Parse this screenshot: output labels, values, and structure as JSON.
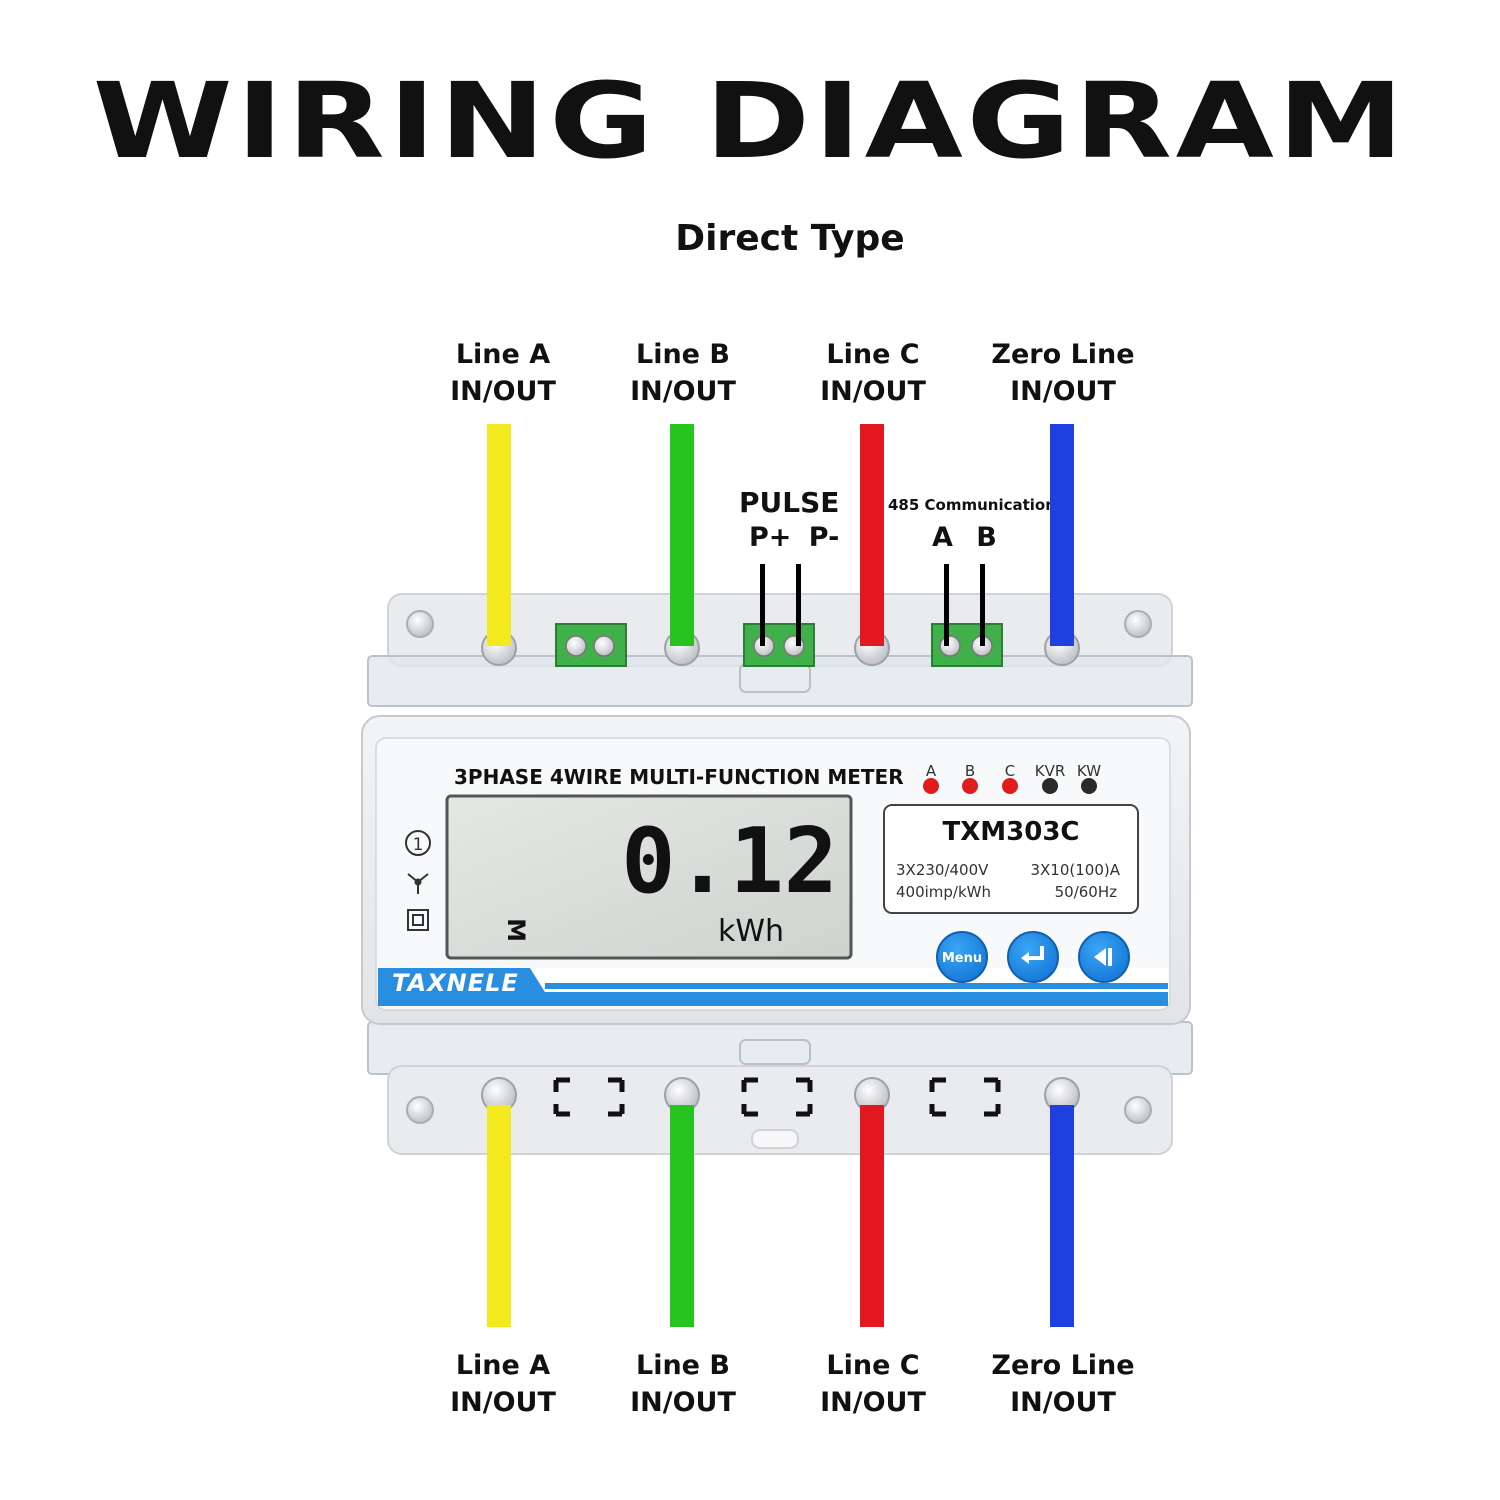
{
  "title": "WIRING DIAGRAM",
  "subtitle": "Direct Type",
  "top_labels": [
    {
      "line": "Line A",
      "io": "IN/OUT"
    },
    {
      "line": "Line B",
      "io": "IN/OUT"
    },
    {
      "line": "Line C",
      "io": "IN/OUT"
    },
    {
      "line": "Zero Line",
      "io": "IN/OUT"
    }
  ],
  "bottom_labels": [
    {
      "line": "Line A",
      "io": "IN/OUT"
    },
    {
      "line": "Line B",
      "io": "IN/OUT"
    },
    {
      "line": "Line C",
      "io": "IN/OUT"
    },
    {
      "line": "Zero Line",
      "io": "IN/OUT"
    }
  ],
  "pulse": {
    "title": "PULSE",
    "pins": "P+ P-"
  },
  "comm": {
    "title": "485 Communication",
    "pins": "A B"
  },
  "meter": {
    "heading": "3PHASE 4WIRE MULTI-FUNCTION METER",
    "reading": "0.12",
    "unit": "kWh",
    "mode": "M",
    "brand": "TAXNELE",
    "model": "TXM303C",
    "spec_voltage": "3X230/400V",
    "spec_current": "3X10(100)A",
    "spec_imp": "400imp/kWh",
    "spec_freq": "50/60Hz",
    "indicators": [
      {
        "label": "A",
        "color": "#e01b1b"
      },
      {
        "label": "B",
        "color": "#e01b1b"
      },
      {
        "label": "C",
        "color": "#e01b1b"
      },
      {
        "label": "KVR",
        "color": "#2a2a2a"
      },
      {
        "label": "KW",
        "color": "#2a2a2a"
      }
    ],
    "buttons": [
      {
        "label": "Menu",
        "icon": "menu-text"
      },
      {
        "label": "",
        "icon": "enter-icon"
      },
      {
        "label": "",
        "icon": "back-icon"
      }
    ],
    "side_marks": [
      {
        "text": "1",
        "icon": "circled-one-icon"
      },
      {
        "text": "",
        "icon": "star-connection-icon"
      },
      {
        "text": "",
        "icon": "double-insulation-icon"
      }
    ]
  },
  "wire_colors": {
    "line_a": "#f2ea1f",
    "line_b": "#27c41f",
    "line_c": "#e3171f",
    "zero": "#1f3fe0",
    "signal": "#000000"
  }
}
